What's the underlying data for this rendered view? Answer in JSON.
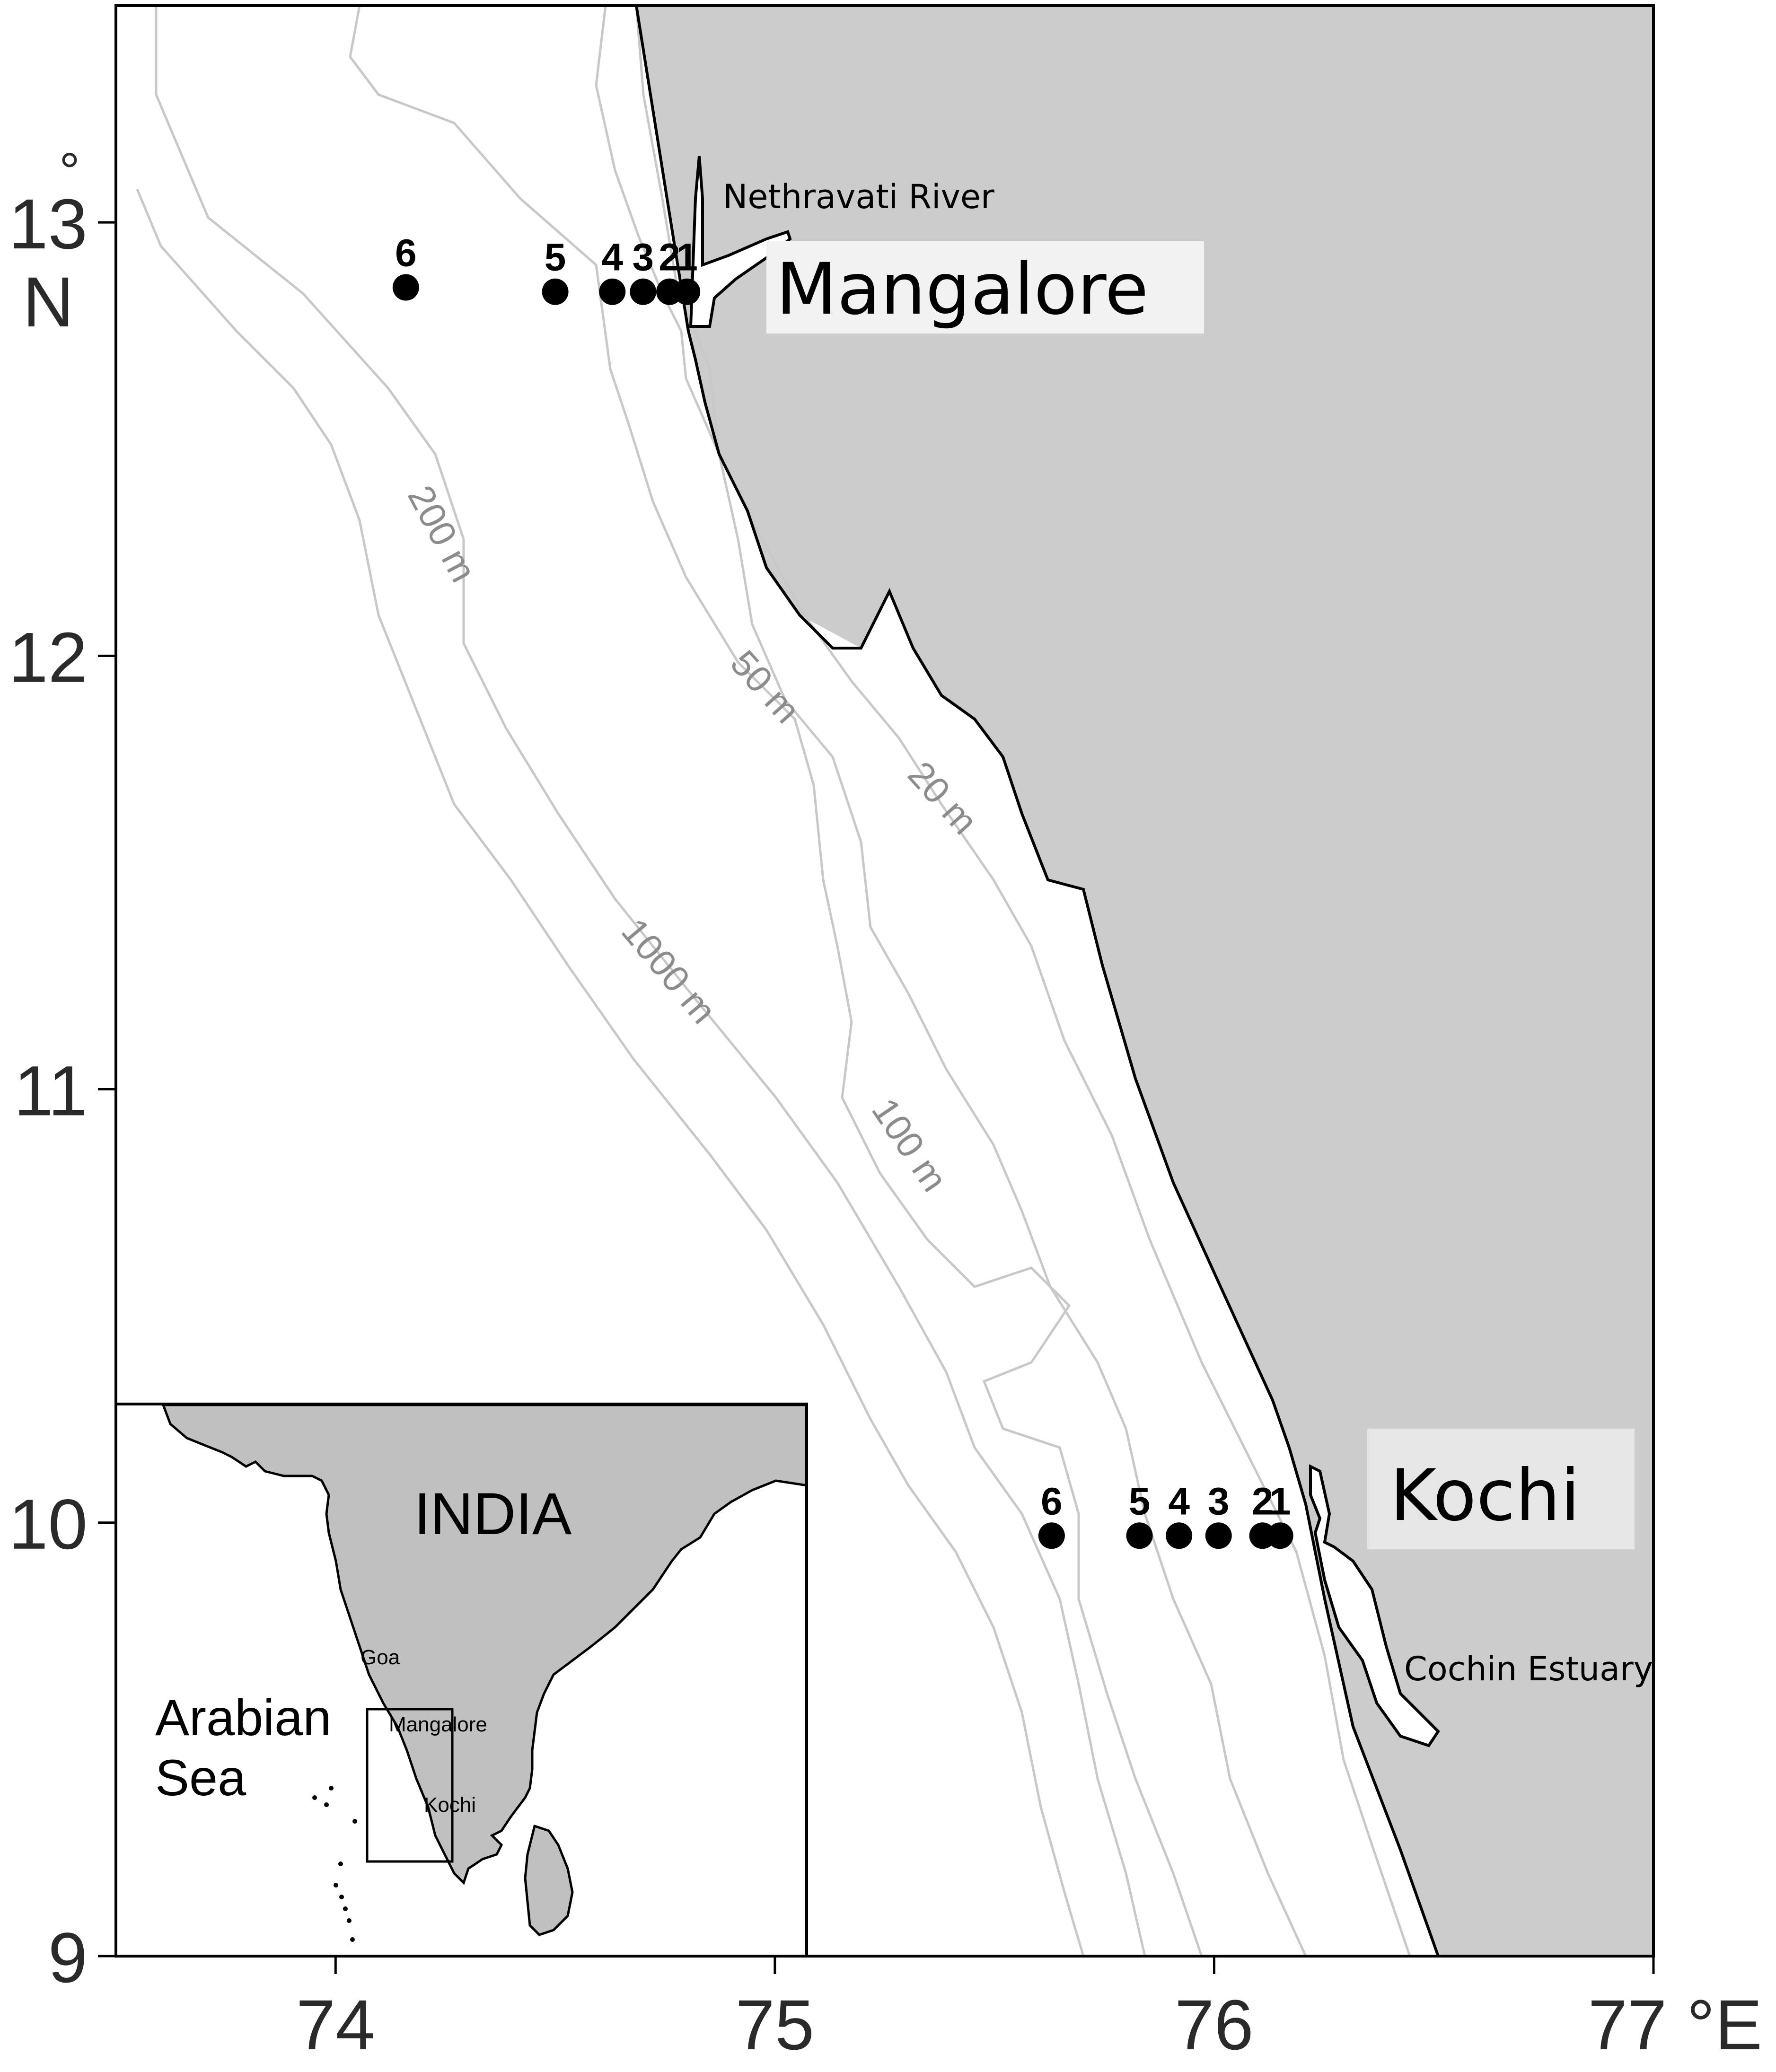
{
  "axes": {
    "x_ticks": [
      "74",
      "75",
      "76",
      "77"
    ],
    "x_unit": "°E",
    "y_ticks": [
      "13",
      "12",
      "11",
      "10",
      "9"
    ],
    "y_unit_degree": "°",
    "y_unit_letter": "N",
    "lon_range": [
      73.5,
      77.0
    ],
    "lat_range": [
      9.0,
      13.5
    ]
  },
  "places": {
    "mangalore": "Mangalore",
    "kochi": "Kochi",
    "nethravati": "Nethravati River",
    "cochin_estuary": "Cochin Estuary"
  },
  "contours": {
    "c20": "20 m",
    "c50": "50 m",
    "c100": "100 m",
    "c200": "200 m",
    "c1000": "1000 m"
  },
  "stations": {
    "mangalore": [
      {
        "label": "6",
        "lon": 74.16,
        "lat": 12.85
      },
      {
        "label": "5",
        "lon": 74.5,
        "lat": 12.84
      },
      {
        "label": "4",
        "lon": 74.63,
        "lat": 12.84
      },
      {
        "label": "3",
        "lon": 74.7,
        "lat": 12.84
      },
      {
        "label": "2",
        "lon": 74.76,
        "lat": 12.84
      },
      {
        "label": "1",
        "lon": 74.8,
        "lat": 12.84
      }
    ],
    "kochi": [
      {
        "label": "6",
        "lon": 75.63,
        "lat": 9.97
      },
      {
        "label": "5",
        "lon": 75.83,
        "lat": 9.97
      },
      {
        "label": "4",
        "lon": 75.92,
        "lat": 9.97
      },
      {
        "label": "3",
        "lon": 76.01,
        "lat": 9.97
      },
      {
        "label": "2",
        "lon": 76.11,
        "lat": 9.97
      },
      {
        "label": "1",
        "lon": 76.15,
        "lat": 9.97
      }
    ]
  },
  "inset": {
    "country": "INDIA",
    "sea_line1": "Arabian",
    "sea_line2": "Sea",
    "goa": "Goa",
    "mangalore": "Mangalore",
    "kochi": "Kochi"
  },
  "colors": {
    "land": "#cccccc",
    "inset_land": "#c0c0c0",
    "contour": "#c8c8c8",
    "coastline": "#000000",
    "station": "#000000"
  }
}
